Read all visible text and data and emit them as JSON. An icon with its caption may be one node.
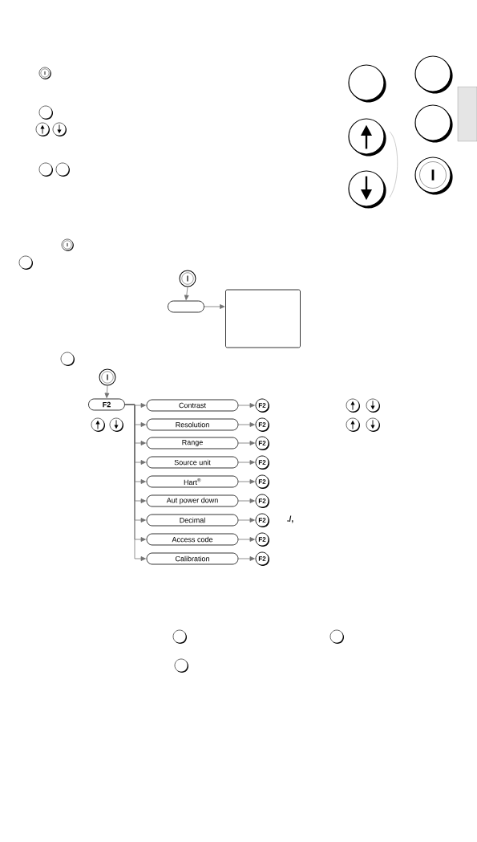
{
  "diagram": {
    "nodes": [
      {
        "text": [],
        "shape": "circle"
      },
      {
        "text": [],
        "shape": "box"
      },
      {
        "text": [],
        "shape": "box"
      },
      {
        "text": [],
        "shape": "circle"
      },
      {
        "text": [
          "F2"
        ]
      },
      {
        "text": [
          "Contrast"
        ]
      },
      {
        "text": [
          "Resolution"
        ]
      },
      {
        "text": [
          "Range"
        ]
      },
      {
        "text": [
          "Source unit"
        ]
      },
      {
        "text": [
          "Hart$^{®}$"
        ]
      },
      {
        "text": [
          "Aut power down"
        ]
      },
      {
        "text": [
          "Decimal"
        ]
      },
      {
        "text": [
          "Access code"
        ]
      },
      {
        "text": [
          "Calibration"
        ]
      },
      {
        "text": [
          "F2"
        ]
      },
      {
        "text": [
          "F2"
        ]
      },
      {
        "text": [
          "F2"
        ]
      },
      {
        "text": [
          "F2"
        ]
      },
      {
        "text": [
          "F2"
        ]
      },
      {
        "text": [
          "F2"
        ]
      },
      {
        "text": [
          "F2"
        ]
      },
      {
        "text": [
          "F2"
        ]
      },
      {
        "text": [
          "F2"
        ]
      }
    ],
    "edges": [
      {
        "from": 0,
        "to": 1,
        "arrow": "to"
      },
      {
        "from": 1,
        "to": 2,
        "arrow": "to"
      },
      {
        "from": 3,
        "to": 4,
        "arrow": "to"
      },
      {
        "from": 4,
        "to": 5,
        "arrow": "to"
      },
      {
        "from": 4,
        "to": 6,
        "arrow": "to"
      },
      {
        "from": 4,
        "to": 7,
        "arrow": "to"
      },
      {
        "from": 4,
        "to": 8,
        "arrow": "to"
      },
      {
        "from": 4,
        "to": 9,
        "arrow": "to"
      },
      {
        "from": 4,
        "to": 10,
        "arrow": "to"
      },
      {
        "from": 4,
        "to": 11,
        "arrow": "to"
      },
      {
        "from": 4,
        "to": 12,
        "arrow": "to"
      },
      {
        "from": 4,
        "to": 13,
        "arrow": "to"
      },
      {
        "from": 5,
        "to": 14,
        "arrow": "to"
      },
      {
        "from": 6,
        "to": 15,
        "arrow": "to"
      },
      {
        "from": 7,
        "to": 16,
        "arrow": "to"
      },
      {
        "from": 8,
        "to": 17,
        "arrow": "to"
      },
      {
        "from": 9,
        "to": 18,
        "arrow": "to"
      },
      {
        "from": 10,
        "to": 19,
        "arrow": "to"
      },
      {
        "from": 11,
        "to": 20,
        "arrow": "to"
      },
      {
        "from": 12,
        "to": 21,
        "arrow": "to"
      },
      {
        "from": 13,
        "to": 22,
        "arrow": "to"
      }
    ],
    "labels": [
      "./,"
    ]
  }
}
